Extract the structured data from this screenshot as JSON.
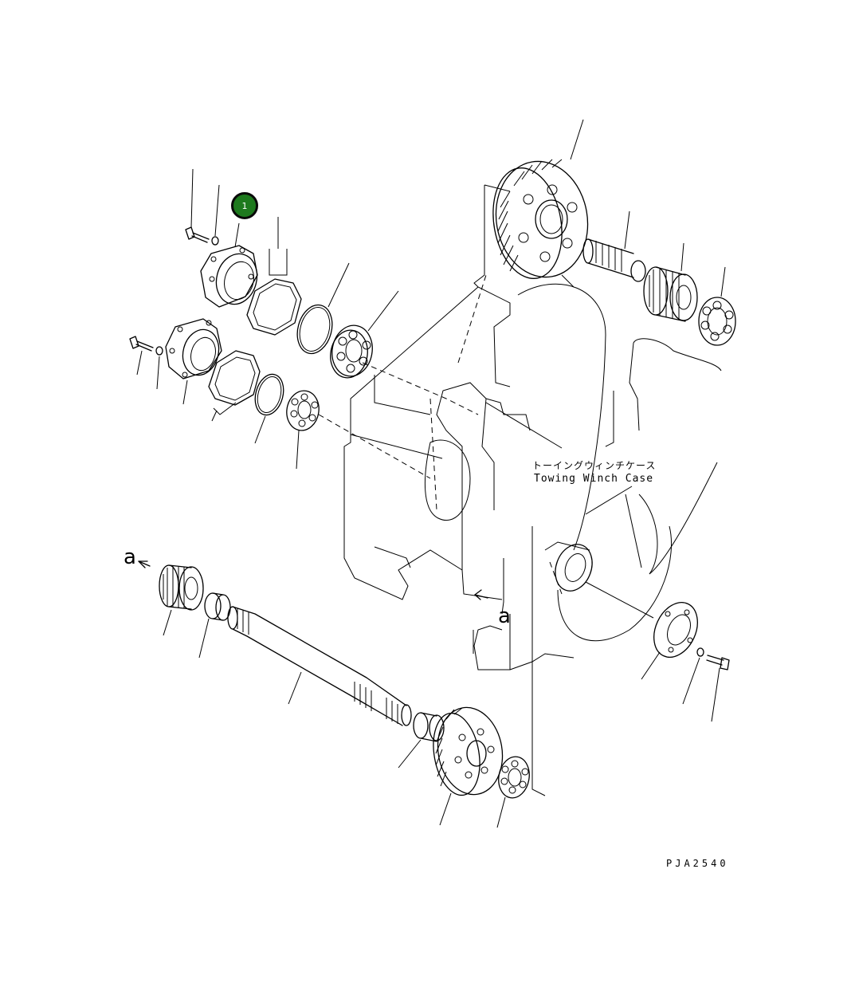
{
  "labels": {
    "case_jp": "トーイングウィンチケース",
    "case_en": "Towing Winch Case",
    "view_arrow_1": "a",
    "view_arrow_2": "a",
    "drawing_number": "PJA2540"
  },
  "callouts": [
    {
      "number": "1",
      "color": "#1e7a1e"
    }
  ]
}
